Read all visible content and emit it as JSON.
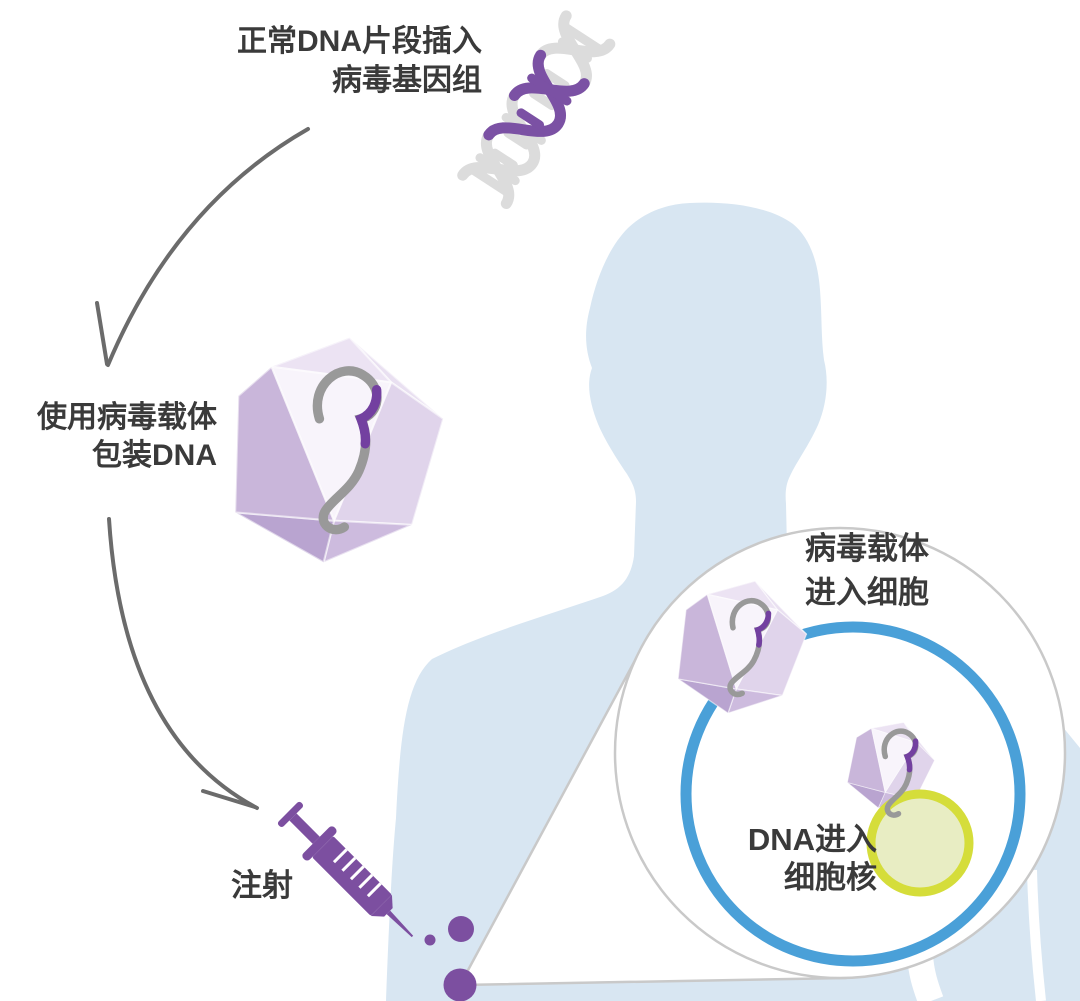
{
  "diagram": {
    "kind": "gene-therapy-viral-vector-process-illustration",
    "language": "zh-CN",
    "steps": {
      "step1": {
        "line1": "正常DNA片段插入",
        "line2": "病毒基因组"
      },
      "step2": {
        "line1": "使用病毒载体",
        "line2": "包装DNA"
      },
      "step3": {
        "label": "注射"
      },
      "step4": {
        "line1": "病毒载体",
        "line2": "进入细胞"
      },
      "step5": {
        "line1": "DNA进入",
        "line2": "细胞核"
      }
    },
    "icons": [
      "dna-helix-icon",
      "virus-capsid-icon-large",
      "virus-capsid-icon-membrane",
      "virus-capsid-icon-nucleus",
      "syringe-icon",
      "human-silhouette",
      "flow-arrow-1-icon",
      "flow-arrow-2-icon",
      "injection-dots",
      "magnifier-bubble",
      "cell-membrane-circle",
      "nucleus-circle"
    ],
    "colors": {
      "background": "#ffffff",
      "body_silhouette": "#d8e6f2",
      "label_text": "#3a3a3a",
      "arrow_gray": "#6b6b6b",
      "syringe_purple": "#7c4fa0",
      "dna_strand_gray": "#dcdcdc",
      "dna_strand_purple": "#7b51a4",
      "virus_face_light": "#f8f4fb",
      "virus_face_medium": "#c9b6da",
      "virus_face_dark": "#b49dcc",
      "virus_dna_gray": "#999999",
      "virus_dna_purple": "#7340a0",
      "cell_membrane_blue": "#4aa0d8",
      "nucleus_fill": "#e8edc3",
      "nucleus_ring": "#d5dd3a",
      "bubble_border": "#c9c9c9"
    }
  }
}
